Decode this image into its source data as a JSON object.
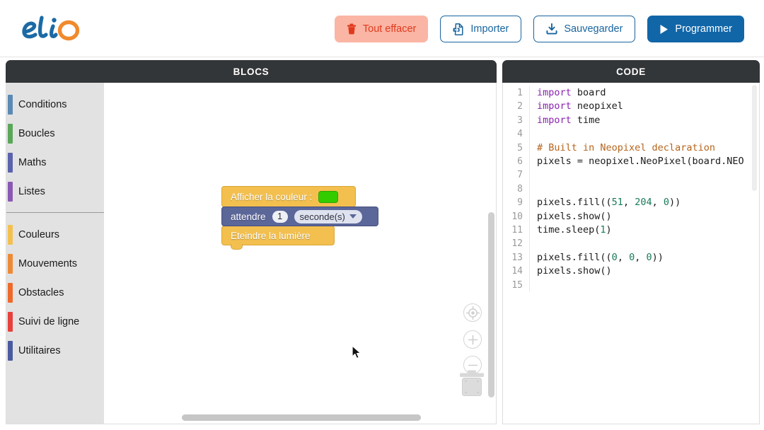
{
  "brand": {
    "name": "elio",
    "blue": "#1b6aa5",
    "orange": "#f08a2c"
  },
  "toolbar": {
    "clear_label": "Tout effacer",
    "import_label": "Importer",
    "save_label": "Sauvegarder",
    "program_label": "Programmer"
  },
  "panels": {
    "blocks_title": "BLOCS",
    "code_title": "CODE"
  },
  "categories": {
    "group1": [
      {
        "label": "Conditions",
        "color": "#5b8ab5"
      },
      {
        "label": "Boucles",
        "color": "#5aa75a"
      },
      {
        "label": "Maths",
        "color": "#5b63ad"
      },
      {
        "label": "Listes",
        "color": "#8a59b5"
      }
    ],
    "group2": [
      {
        "label": "Couleurs",
        "color": "#f3c04f"
      },
      {
        "label": "Mouvements",
        "color": "#ef8a34"
      },
      {
        "label": "Obstacles",
        "color": "#ef6a2a"
      },
      {
        "label": "Suivi de ligne",
        "color": "#e8403c"
      },
      {
        "label": "Utilitaires",
        "color": "#4a5aa0"
      }
    ]
  },
  "workspace": {
    "blocks": [
      {
        "label": "Afficher la couleur :",
        "color_value": "#33cc00",
        "type": "colour"
      },
      {
        "label": "attendre",
        "value": "1",
        "unit": "seconde(s)",
        "type": "wait"
      },
      {
        "label": "Eteindre la lumière",
        "type": "light-off"
      }
    ],
    "controls": {
      "center_icon": "target-icon",
      "zoom_in_icon": "plus-icon",
      "zoom_out_icon": "minus-icon",
      "trash_icon": "trash-icon"
    }
  },
  "code": {
    "lines": [
      {
        "n": "1",
        "segments": [
          {
            "t": "import",
            "c": "kw"
          },
          {
            "t": " board",
            "c": ""
          }
        ]
      },
      {
        "n": "2",
        "segments": [
          {
            "t": "import",
            "c": "kw"
          },
          {
            "t": " neopixel",
            "c": ""
          }
        ]
      },
      {
        "n": "3",
        "segments": [
          {
            "t": "import",
            "c": "kw"
          },
          {
            "t": " time",
            "c": ""
          }
        ]
      },
      {
        "n": "4",
        "segments": []
      },
      {
        "n": "5",
        "segments": [
          {
            "t": "# Built in Neopixel declaration",
            "c": "cm"
          }
        ]
      },
      {
        "n": "6",
        "segments": [
          {
            "t": "pixels = neopixel.NeoPixel(board.NEO",
            "c": ""
          }
        ]
      },
      {
        "n": "7",
        "segments": []
      },
      {
        "n": "8",
        "segments": []
      },
      {
        "n": "9",
        "segments": [
          {
            "t": "pixels.fill((",
            "c": ""
          },
          {
            "t": "51",
            "c": "nm"
          },
          {
            "t": ", ",
            "c": ""
          },
          {
            "t": "204",
            "c": "nm"
          },
          {
            "t": ", ",
            "c": ""
          },
          {
            "t": "0",
            "c": "nm"
          },
          {
            "t": "))",
            "c": ""
          }
        ]
      },
      {
        "n": "10",
        "segments": [
          {
            "t": "pixels.show()",
            "c": ""
          }
        ]
      },
      {
        "n": "11",
        "segments": [
          {
            "t": "time.sleep(",
            "c": ""
          },
          {
            "t": "1",
            "c": "nm"
          },
          {
            "t": ")",
            "c": ""
          }
        ]
      },
      {
        "n": "12",
        "segments": []
      },
      {
        "n": "13",
        "segments": [
          {
            "t": "pixels.fill((",
            "c": ""
          },
          {
            "t": "0",
            "c": "nm"
          },
          {
            "t": ", ",
            "c": ""
          },
          {
            "t": "0",
            "c": "nm"
          },
          {
            "t": ", ",
            "c": ""
          },
          {
            "t": "0",
            "c": "nm"
          },
          {
            "t": "))",
            "c": ""
          }
        ]
      },
      {
        "n": "14",
        "segments": [
          {
            "t": "pixels.show()",
            "c": ""
          }
        ]
      },
      {
        "n": "15",
        "segments": []
      }
    ]
  }
}
